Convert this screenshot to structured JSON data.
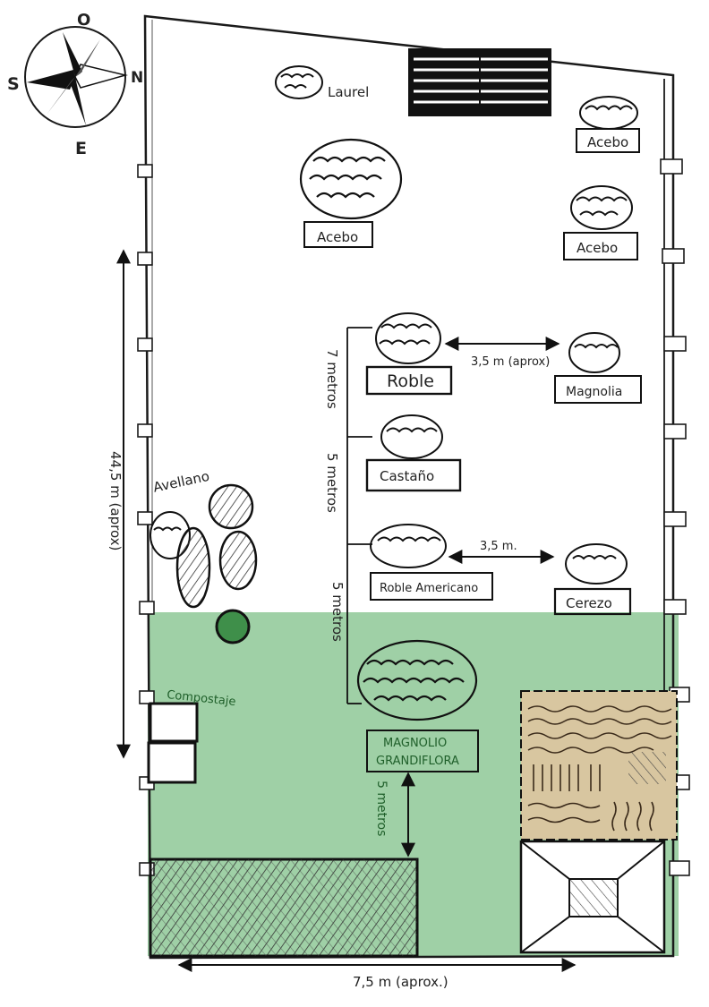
{
  "compass": {
    "north": "N",
    "south": "S",
    "east": "E",
    "west": "O"
  },
  "plants": {
    "laurel": "Laurel",
    "acebo_left": "Acebo",
    "acebo_top_right": "Acebo",
    "acebo_right": "Acebo",
    "roble": "Roble",
    "magnolia": "Magnolia",
    "castano": "Castaño",
    "roble_americano": "Roble Americano",
    "cerezo": "Cerezo",
    "avellano": "Avellano",
    "magnolio_line1": "MAGNOLIO",
    "magnolio_line2": "GRANDIFLORA",
    "compostaje": "Compostaje"
  },
  "dimensions": {
    "roble_magnolia": "3,5 m (aprox)",
    "roble_cerezo": "3,5 m.",
    "seg1": "7 metros",
    "seg2": "5 metros",
    "seg3": "5 metros",
    "magnolio_gap": "5 metros",
    "width": "7,5 m (aprox.)",
    "length": "44,5 m (aprox)"
  },
  "colors": {
    "lawn": "#9fd0a6",
    "bed": "#d8c6a0",
    "ink": "#1a1a1a"
  }
}
